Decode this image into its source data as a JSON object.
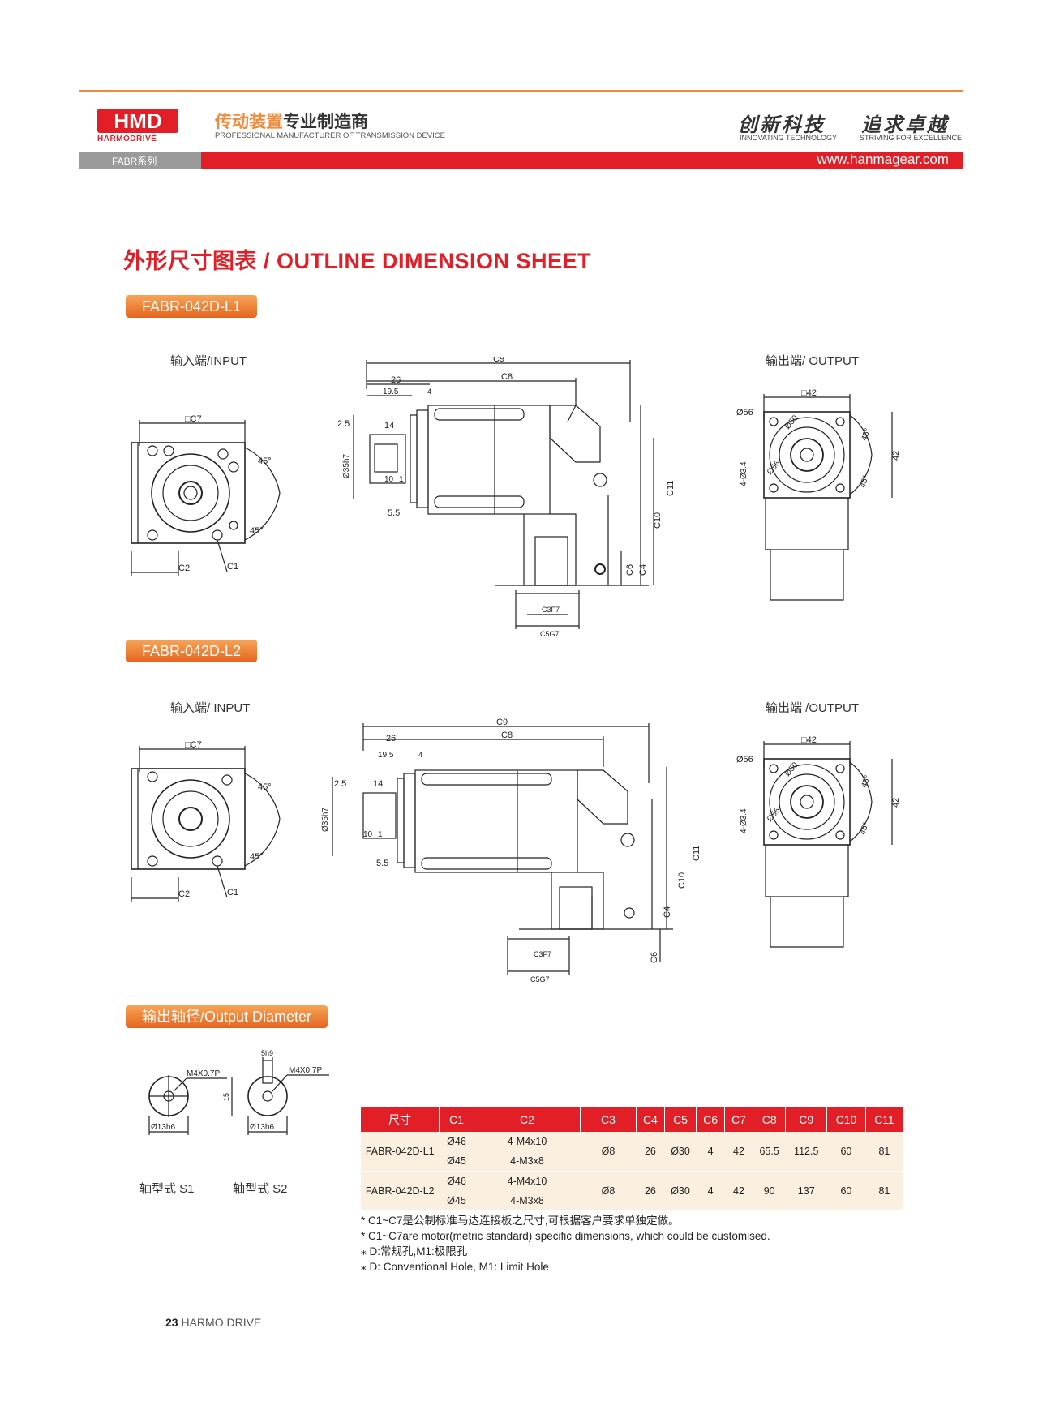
{
  "header": {
    "brand_logo": "HMD",
    "brand_name": "HARMODRIVE",
    "cn_title_orange": "传动装置",
    "cn_title_dark": "专业制造商",
    "en_subtitle": "PROFESSIONAL MANUFACTURER OF TRANSMISSION DEVICE",
    "slogan1": "创新科技",
    "slogan1_sub": "INNOVATING TECHNOLOGY",
    "slogan2": "追求卓越",
    "slogan2_sub": "STRIVING FOR EXCELLENCE",
    "series": "FABR系列",
    "url": "www.hanmagear.com"
  },
  "section_title": "外形尺寸图表 / OUTLINE DIMENSION SHEET",
  "model1": {
    "badge": "FABR-042D-L1",
    "input_label": "输入端/INPUT",
    "output_label": "输出端/ OUTPUT"
  },
  "model2": {
    "badge": "FABR-042D-L2",
    "input_label": "输入端/ INPUT",
    "output_label": "输出端 /OUTPUT"
  },
  "dims": {
    "c1": "C1",
    "c2": "C2",
    "c3": "C3F7",
    "c4": "C4",
    "c5": "C5G7",
    "c6": "C6",
    "c7": "□C7",
    "c8": "C8",
    "c9": "C9",
    "c10": "C10",
    "c11": "C11",
    "d26": "26",
    "d19_5": "19.5",
    "d4": "4",
    "d2_5": "2.5",
    "d14": "14",
    "d10": "10",
    "d1": "1",
    "d5_5": "5.5",
    "d35": "Ø35h7",
    "a45": "45°",
    "sq42": "□42",
    "d56": "Ø56",
    "d50": "Ø50",
    "d56b": "Ø56",
    "holes": "4-Ø3.4",
    "d42": "42"
  },
  "output_diameter": {
    "badge": "输出轴径/Output Diameter",
    "s1_thread": "M4X0.7P",
    "s1_dia": "Ø13h6",
    "s1_label": "轴型式 S1",
    "s2_key": "5h9",
    "s2_depth": "15",
    "s2_thread": "M4X0.7P",
    "s2_dia": "Ø13h6",
    "s2_label": "轴型式 S2"
  },
  "table": {
    "headers": [
      "尺寸",
      "C1",
      "C2",
      "C3",
      "C4",
      "C5",
      "C6",
      "C7",
      "C8",
      "C9",
      "C10",
      "C11"
    ],
    "rows": [
      {
        "model": "FABR-042D-L1",
        "c1a": "Ø46",
        "c1b": "Ø45",
        "c2a": "4-M4x10",
        "c2b": "4-M3x8",
        "c3": "Ø8",
        "c4": "26",
        "c5": "Ø30",
        "c6": "4",
        "c7": "42",
        "c8": "65.5",
        "c9": "112.5",
        "c10": "60",
        "c11": "81"
      },
      {
        "model": "FABR-042D-L2",
        "c1a": "Ø46",
        "c1b": "Ø45",
        "c2a": "4-M4x10",
        "c2b": "4-M3x8",
        "c3": "Ø8",
        "c4": "26",
        "c5": "Ø30",
        "c6": "4",
        "c7": "42",
        "c8": "90",
        "c9": "137",
        "c10": "60",
        "c11": "81"
      }
    ]
  },
  "notes": [
    "* C1~C7是公制标准马达连接板之尺寸,可根据客户要求单独定做。",
    "* C1~C7are motor(metric standard)  specific dimensions, which could be customised.",
    "⁎ D:常规孔,M1:极限孔",
    "⁎ D: Conventional Hole, M1: Limit Hole"
  ],
  "footer": {
    "page": "23",
    "brand": "HARMO DRIVE"
  }
}
